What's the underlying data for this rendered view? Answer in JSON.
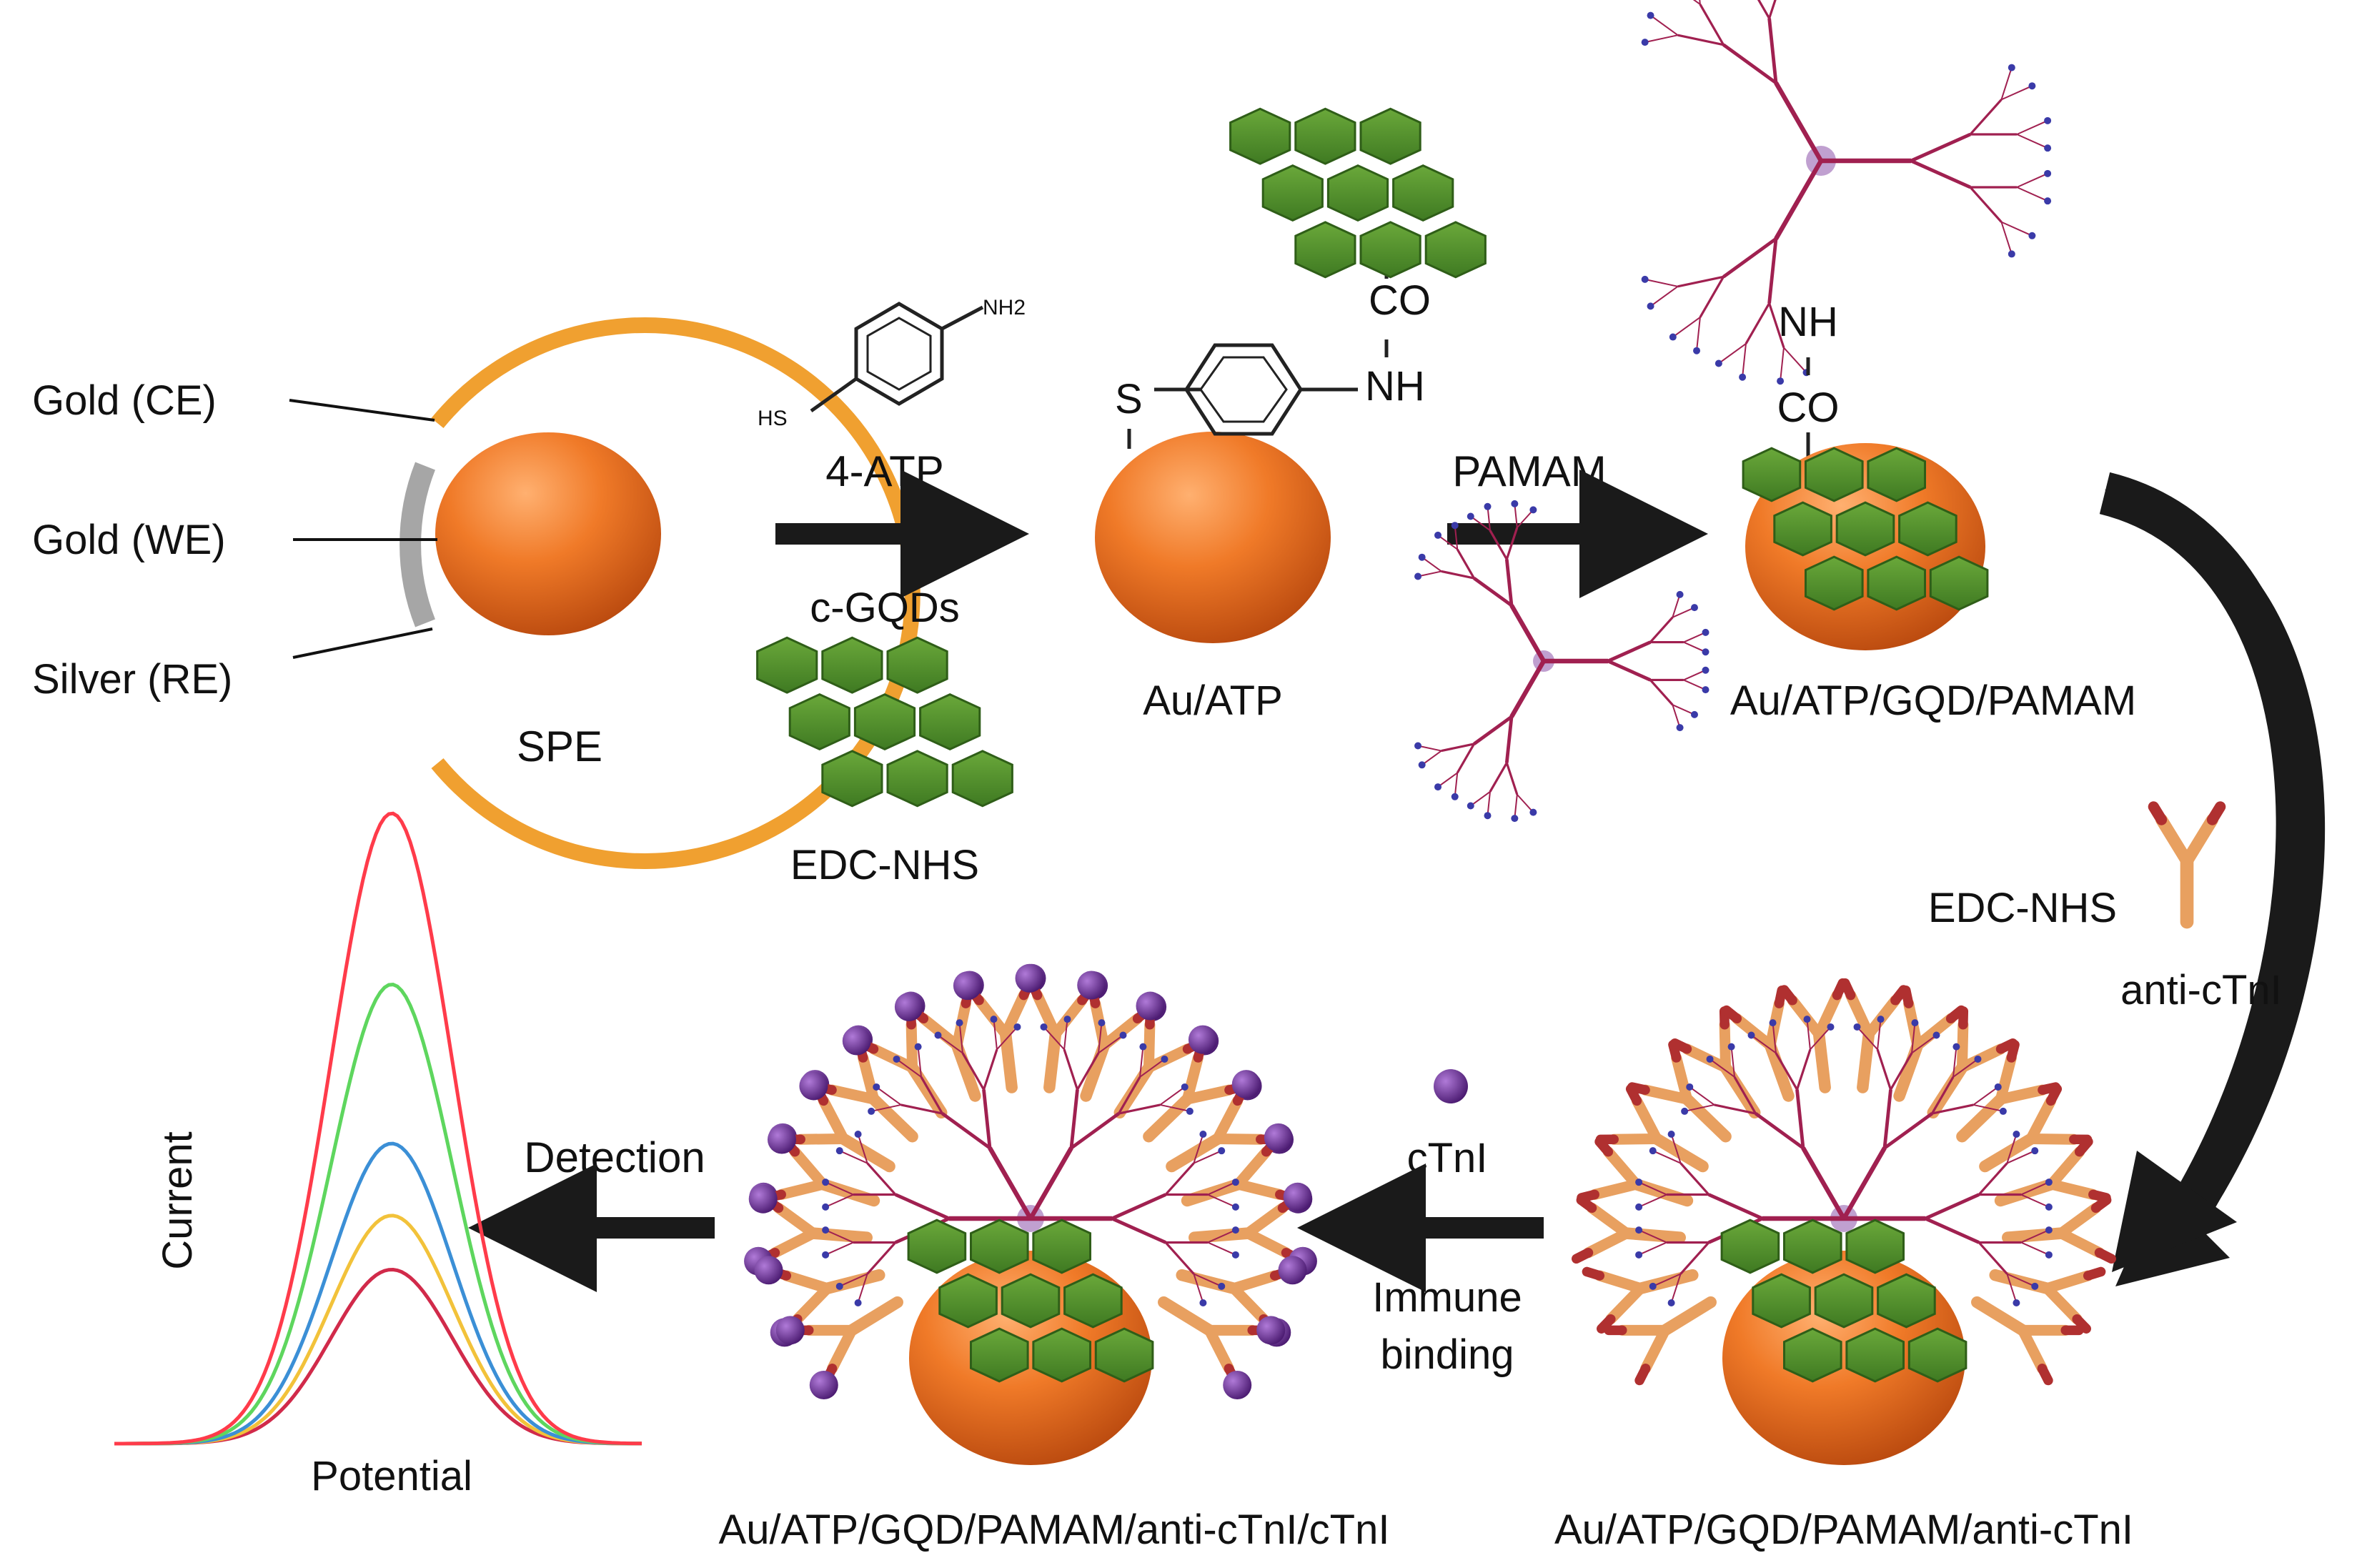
{
  "electrode": {
    "label_ce": "Gold (CE)",
    "label_we": "Gold (WE)",
    "label_re": "Silver (RE)",
    "name": "SPE"
  },
  "step1": {
    "sh_label": "HS",
    "nh2_label": "NH2",
    "reagent_1": "4-ATP",
    "reagent_2": "c-GQDs",
    "reagent_3": "EDC-NHS"
  },
  "stage_atp": {
    "name": "Au/ATP",
    "s_label": "S",
    "nh_label": "NH",
    "co_label": "CO"
  },
  "step2": {
    "reagent": "PAMAM"
  },
  "stage_pamam": {
    "name": "Au/ATP/GQD/PAMAM",
    "nh_label": "NH",
    "co_label": "CO"
  },
  "step3": {
    "reagent_1": "EDC-NHS",
    "reagent_2": "anti-cTnI"
  },
  "stage_antibody": {
    "name": "Au/ATP/GQD/PAMAM/anti-cTnI"
  },
  "step4": {
    "reagent": "cTnI",
    "action_line1": "Immune",
    "action_line2": "binding"
  },
  "stage_antigen": {
    "name": "Au/ATP/GQD/PAMAM/anti-cTnI/cTnI"
  },
  "step5": {
    "label": "Detection"
  },
  "dpv_plot": {
    "xlabel": "Potential",
    "ylabel": "Current",
    "peak_heights": [
      0.58,
      0.76,
      1.0,
      1.53,
      2.1
    ],
    "curve_colors": [
      "#d12a4a",
      "#f2c23a",
      "#3b8fd6",
      "#5ed65e",
      "#ff3b4a"
    ]
  },
  "colors": {
    "gold_electrode": "#f0a030",
    "silver_electrode": "#a6a6a6",
    "gold_sphere": "#e8681c",
    "graphene": "#4a8a2a",
    "dendrimer": "#a02050",
    "dendrimer_end": "#3a3aa8",
    "antibody": "#e8a060",
    "antigen": "#6a2a90",
    "arrow": "#1a1a1a"
  }
}
